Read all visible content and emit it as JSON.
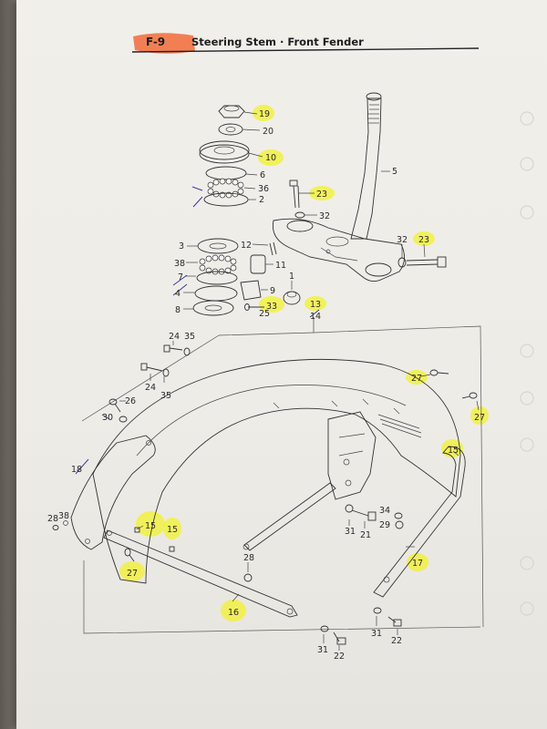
{
  "header": {
    "code": "F-9",
    "title": "Steering Stem · Front Fender"
  },
  "colors": {
    "highlighter": "#f2f22e",
    "header_marker": "#f26b3a",
    "pen": "#3a3aa0"
  },
  "callouts": {
    "c19": "19",
    "c20": "20",
    "c10": "10",
    "c6": "6",
    "c36": "36",
    "c2": "2",
    "c5": "5",
    "c23a": "23",
    "c32a": "32",
    "c12": "12",
    "c32b": "32",
    "c23b": "23",
    "c3": "3",
    "c38a": "38",
    "c7": "7",
    "c4": "4",
    "c8": "8",
    "c11": "11",
    "c9": "9",
    "c1": "1",
    "c33": "33",
    "c25": "25",
    "c13": "13",
    "c14": "14",
    "c24a": "24",
    "c35a": "35",
    "c24b": "24",
    "c35b": "35",
    "c26": "26",
    "c30": "30",
    "c18": "18",
    "c28a": "28",
    "c38b": "38",
    "c15a": "15",
    "c15b": "15",
    "c27a": "27",
    "c16": "16",
    "c28b": "28",
    "c27b": "27",
    "c27c": "27",
    "c15c": "15",
    "c31a": "31",
    "c21": "21",
    "c34": "34",
    "c29": "29",
    "c17": "17",
    "c31b": "31",
    "c22a": "22",
    "c31c": "31",
    "c22b": "22"
  }
}
